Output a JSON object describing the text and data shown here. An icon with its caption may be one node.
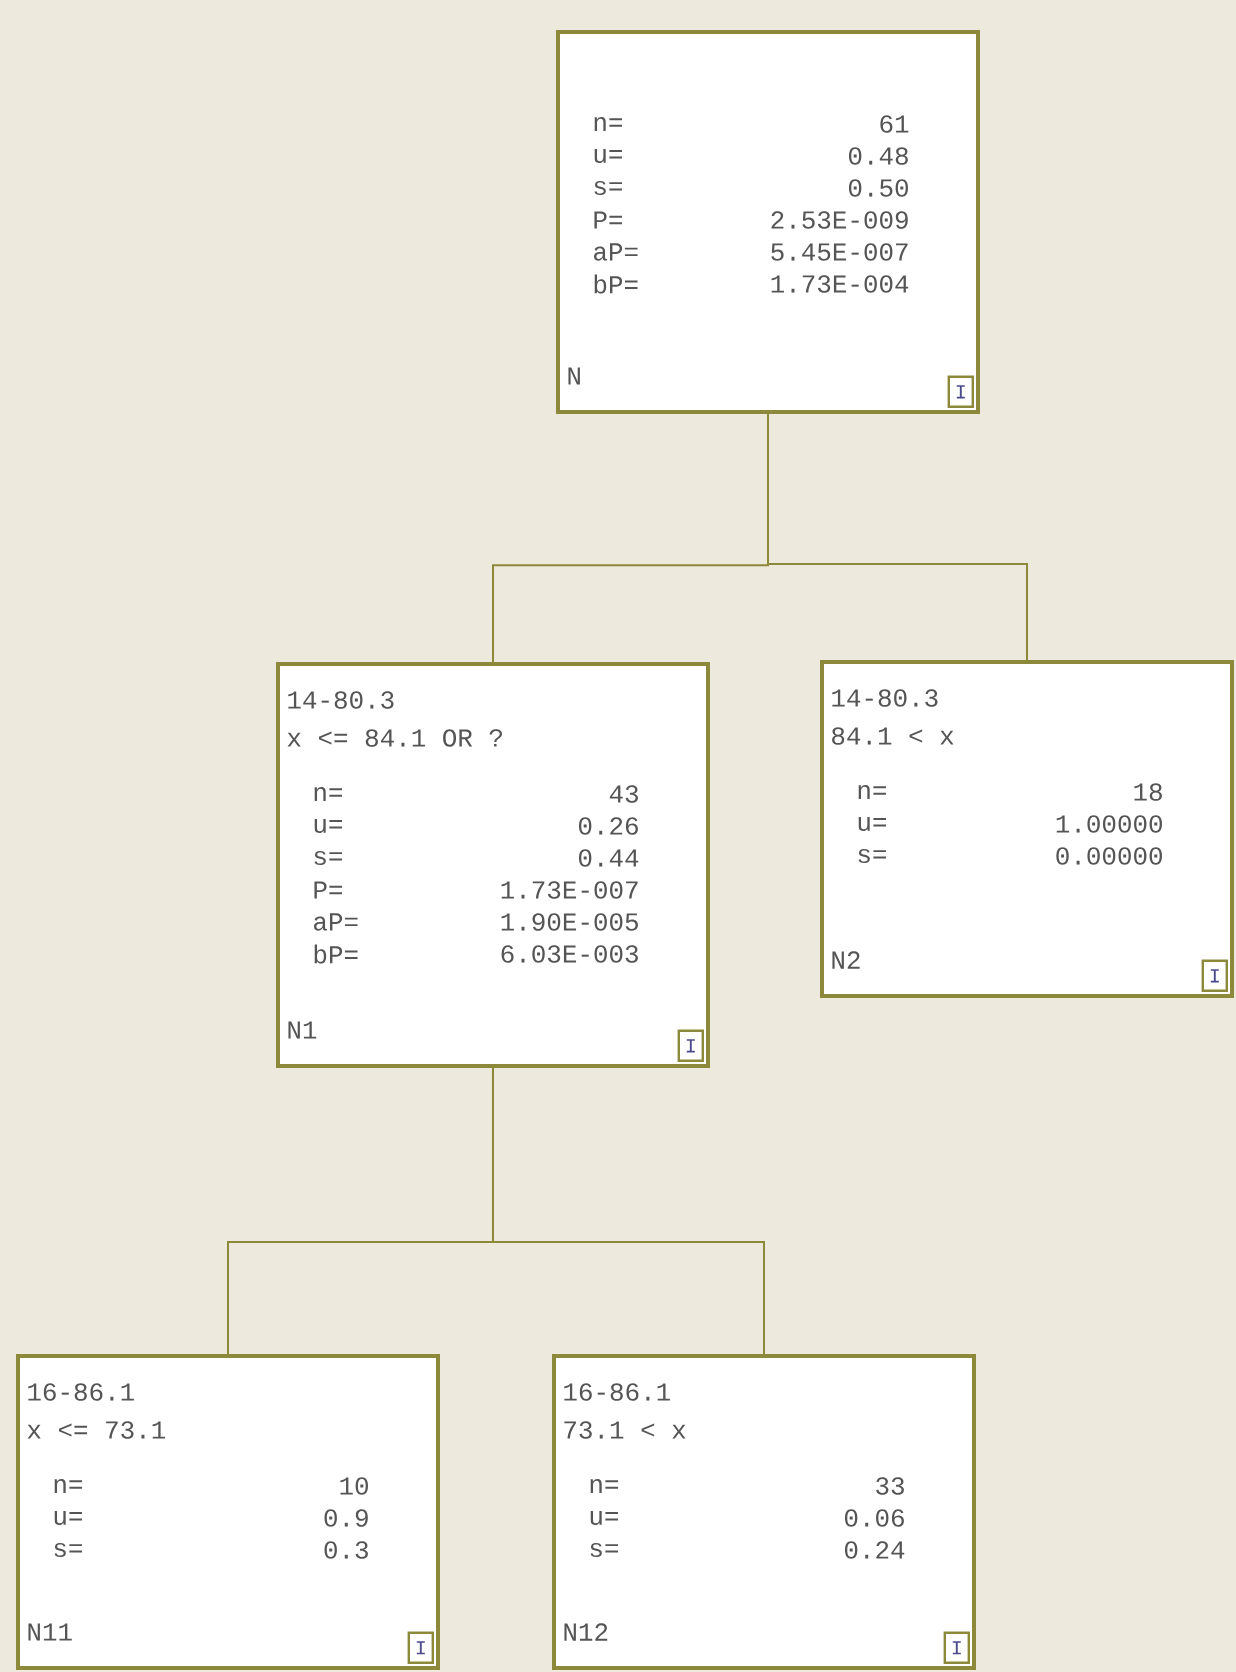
{
  "diagram": {
    "nodes": [
      {
        "text": [
          "n=",
          "61",
          "u=",
          "0.48",
          "s=",
          "0.50",
          "P=",
          "2.53E-009",
          "aP=",
          "5.45E-007",
          "bP=",
          "1.73E-004",
          "N"
        ]
      },
      {
        "text": [
          "I"
        ],
        "in": 0
      },
      {
        "text": [
          "14-80.3",
          "x <= 84.1 OR ?",
          "n=",
          "43",
          "u=",
          "0.26",
          "s=",
          "0.44",
          "P=",
          "1.73E-007",
          "aP=",
          "1.90E-005",
          "bP=",
          "6.03E-003",
          "N1"
        ]
      },
      {
        "text": [
          "I"
        ],
        "in": 2
      },
      {
        "text": [
          "14-80.3",
          "84.1 < x",
          "n=",
          "18",
          "u=",
          "1.00000",
          "s=",
          "0.00000",
          "N2"
        ]
      },
      {
        "text": [
          "I"
        ],
        "in": 4
      },
      {
        "text": [
          "16-86.1",
          "x <= 73.1",
          "n=",
          "10",
          "u=",
          "0.9",
          "s=",
          "0.3",
          "N11"
        ]
      },
      {
        "text": [
          "I"
        ],
        "in": 6
      },
      {
        "text": [
          "16-86.1",
          "73.1 < x",
          "n=",
          "33",
          "u=",
          "0.06",
          "s=",
          "0.24",
          "N12"
        ]
      },
      {
        "text": [
          "I"
        ],
        "in": 8
      }
    ],
    "edges": [
      {
        "from": 0,
        "to": 2,
        "arrow": "none"
      },
      {
        "from": 0,
        "to": 4,
        "arrow": "none"
      },
      {
        "from": 2,
        "to": 6,
        "arrow": "none"
      },
      {
        "from": 2,
        "to": 8,
        "arrow": "none"
      }
    ]
  }
}
